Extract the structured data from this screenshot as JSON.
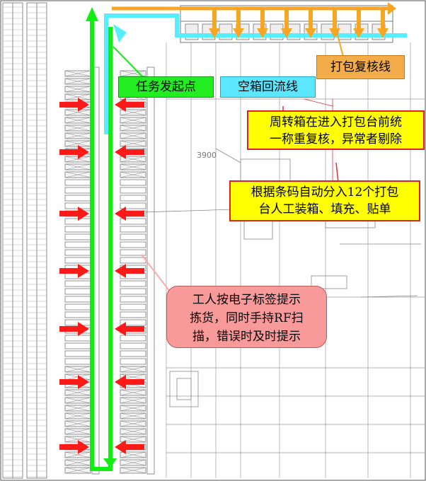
{
  "labels": {
    "task_start": "任务发起点",
    "empty_return": "空箱回流线",
    "pack_recheck": "打包复核线",
    "weigh_check_line1": "周转箱在进入打包台前统",
    "weigh_check_line2": "一称重复核，异常者剔除",
    "barcode_sort_line1": "根据条码自动分入12个打包",
    "barcode_sort_line2": "台人工装箱、填充、贴单",
    "pick_line1": "工人按电子标签提示",
    "pick_line2": "拣货，同时手持RF扫",
    "pick_line3": "描，错误时及时提示"
  },
  "drawing_text": {
    "dim_3900": "3900"
  },
  "colors": {
    "green_path": "#11ee11",
    "cyan_return": "#55eeff",
    "orange_recheck": "#f5a623",
    "red_arrow": "#ff1a1a",
    "pink_callout": "#f99a9a",
    "yellow_callout": "#ffff00",
    "cad_lines": "#7d7d7d"
  },
  "arrows": {
    "left_count": 7,
    "right_count": 7,
    "down_count": 8
  }
}
